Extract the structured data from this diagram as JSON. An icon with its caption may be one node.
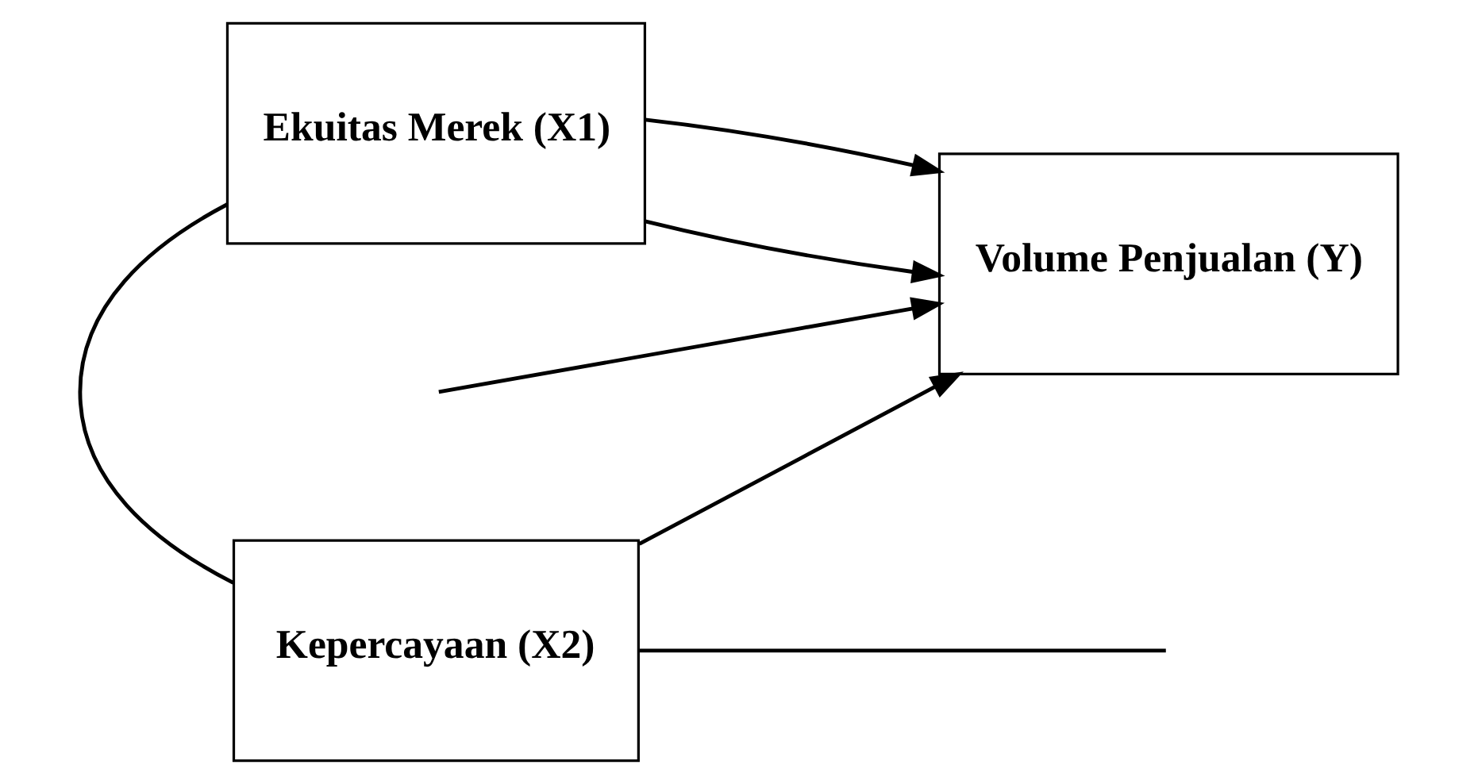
{
  "diagram": {
    "nodes": [
      {
        "text": [
          "Ekuitas Merek (X1)"
        ]
      },
      {
        "text": [
          "Kepercayaan (X2)"
        ]
      },
      {
        "text": [
          "Volume Penjualan (Y)"
        ]
      }
    ],
    "edges": [
      {
        "from": 0,
        "to": 2,
        "arrow": "to"
      },
      {
        "from": 0,
        "to": 2,
        "arrow": "to"
      },
      {
        "from": 1,
        "to": 2,
        "arrow": "to"
      },
      {
        "from": 0,
        "to": 1,
        "arrow": "none"
      },
      {
        "from": 1,
        "to": null,
        "arrow": "none"
      },
      {
        "from": null,
        "to": 2,
        "arrow": "to"
      }
    ]
  }
}
